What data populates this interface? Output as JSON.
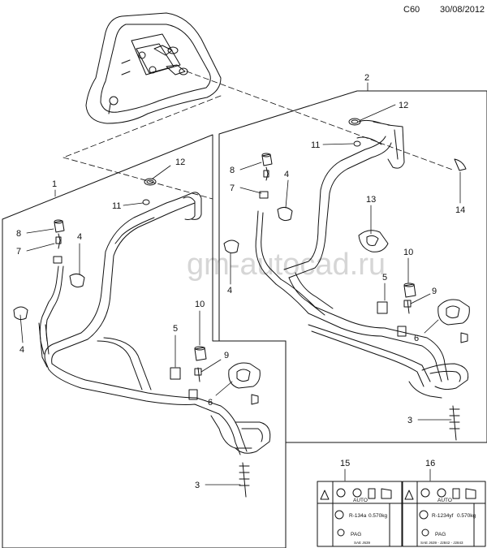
{
  "header": {
    "code": "C60",
    "date": "30/08/2012"
  },
  "watermark": "gm-autocad.ru",
  "assemblies": [
    "1",
    "2"
  ],
  "callouts": {
    "a1": [
      "12",
      "11",
      "8",
      "7",
      "4",
      "4",
      "10",
      "5",
      "9",
      "6",
      "3"
    ],
    "a2": [
      "12",
      "11",
      "8",
      "4",
      "7",
      "13",
      "4",
      "10",
      "5",
      "9",
      "6",
      "14",
      "3"
    ],
    "labels": [
      "15",
      "16"
    ]
  },
  "labels": [
    {
      "refrigerant": "R-134a",
      "charge": "0.570kg",
      "oil": "PAG",
      "auto": "AUTO",
      "foot": "SAE J639"
    },
    {
      "refrigerant": "R-1234yf",
      "charge": "0.570kg",
      "oil": "PAG",
      "auto": "AUTO",
      "foot": "SAE J639 - J2842 - J2843"
    }
  ]
}
